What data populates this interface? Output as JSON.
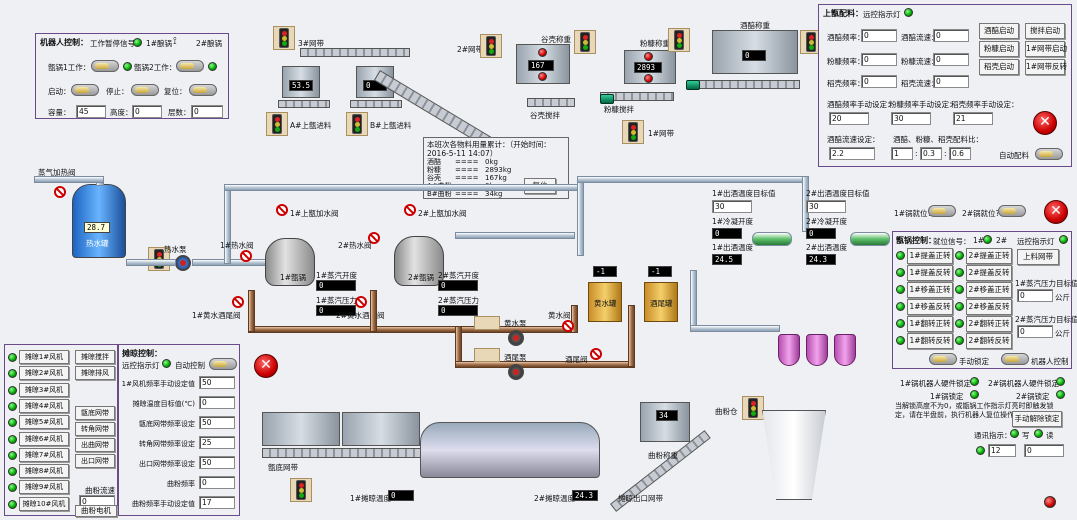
{
  "robot_panel": {
    "title": "机器人控制：",
    "work_pause_signal": "工作暂停信号：",
    "pot1": "1#酿锅",
    "pot2": "2#酿锅",
    "pot1_work": "甑锅1工作：",
    "pot2_work": "甑锅2工作：",
    "start": "启动：",
    "stop": "停止：",
    "reset": "复位：",
    "capacity_label": "容量：",
    "capacity_value": "45",
    "height_label": "高度：",
    "height_value": "0",
    "layers_label": "层数：",
    "layers_value": "0"
  },
  "process": {
    "conveyor3": "3#网带",
    "conveyor2": "2#网带",
    "conveyor1": "1#网带",
    "grain_scale": "谷壳称重",
    "grain_value": "167",
    "bran_scale": "粉糠称重",
    "bran_value": "2893",
    "wine_scale": "酒醅称重",
    "wine_value": "0",
    "bran_mix": "粉糠搅拌",
    "grain_mix": "谷壳搅拌",
    "hopperA_value": "53.5",
    "hopperB_value": "0",
    "hopperA": "A#上甑进料",
    "hopperB": "B#上甑进料",
    "steam_valve": "蒸气加热阀",
    "hot_tank_temp": "28.7",
    "hot_tank": "热水罐",
    "hot_pump": "热水泵",
    "feed_valve1": "1#热水阀",
    "upper_valve1": "1#上甑加水阀",
    "upper_valve2": "2#上甑加水阀",
    "feed_valve2": "2#热水阀",
    "pot1_name": "1#甑锅",
    "pot2_name": "2#甑锅",
    "steam_open1": "1#蒸汽开度",
    "steam_open1_value": "0",
    "steam_press1": "1#蒸汽压力",
    "steam_press1_value": "0",
    "steam_open2": "2#蒸汽开度",
    "steam_open2_value": "0",
    "steam_press2": "2#蒸汽压力",
    "steam_press2_value": "0",
    "tail_valve1": "1#黄水酒尾阀",
    "tail_valve2": "2#黄水酒尾阀",
    "yellow_pump": "黄水泵",
    "tail_pump": "酒尾泵",
    "yellow_valve": "黄水阀",
    "tail_valve": "酒尾阀",
    "yellow_tank": "黄水罐",
    "yellow_tank_value": "-1",
    "tail_tank": "酒尾罐",
    "tail_tank_value": "-1",
    "out_target1": "1#出酒温度目标值",
    "out_target1_value": "30",
    "out_target2": "2#出酒温度目标值",
    "out_target2_value": "30",
    "cool_open1": "1#冷凝开度",
    "cool_open1_value": "0",
    "cool_open2": "2#冷凝开度",
    "cool_open2_value": "0",
    "out_temp1": "1#出酒温度",
    "out_temp1_value": "24.5",
    "out_temp2": "2#出酒温度",
    "out_temp2_value": "24.3"
  },
  "summary": {
    "header": "本班次各物料用量累计：（开始时间：2016-5-11 14:07）",
    "rows": [
      {
        "name": "酒醅",
        "dash": "====",
        "value": "0kg"
      },
      {
        "name": "粉糠",
        "dash": "====",
        "value": "2893kg"
      },
      {
        "name": "谷壳",
        "dash": "====",
        "value": "167kg"
      },
      {
        "name": "A#曲粉",
        "dash": "====",
        "value": "0kg"
      },
      {
        "name": "B#曲粉",
        "dash": "====",
        "value": "34kg"
      }
    ],
    "reset_btn": "复位"
  },
  "upper_panel": {
    "title": "上甑配料：",
    "remote_light": "远控指示灯",
    "wine_freq": "酒醅频率：",
    "wine_freq_value": "0",
    "wine_flow": "酒醅流速：",
    "wine_flow_value": "0",
    "bran_freq": "粉糠频率：",
    "bran_freq_value": "0",
    "bran_flow": "粉糠流速：",
    "bran_flow_value": "0",
    "grain_freq": "稻壳频率：",
    "grain_freq_value": "0",
    "grain_flow": "稻壳流速：",
    "grain_flow_value": "0",
    "btn_wine_start": "酒醅启动",
    "btn_mix_start": "搅拌启动",
    "btn_bran_start": "粉糠启动",
    "btn_belt1_start": "1#网带启动",
    "btn_grain_start": "稻壳启动",
    "btn_belt1_rev": "1#网带反转",
    "wine_manual": "酒醅频率手动设定：",
    "wine_manual_value": "20",
    "bran_manual": "粉糠频率手动设定：",
    "bran_manual_value": "30",
    "grain_manual": "稻壳频率手动设定：",
    "grain_manual_value": "21",
    "wine_flow_set": "酒醅流速设定：",
    "wine_flow_set_value": "2.2",
    "ratio": "酒醅、粉糠、稻壳配料比：",
    "ratio1": "1",
    "ratio2": "0.3",
    "ratio3": "0.6",
    "auto_mix": "自动配料"
  },
  "pot_ready": {
    "p1": "1#锅就位?",
    "p2": "2#锅就位?"
  },
  "pot_panel": {
    "title": "甑锅控制：",
    "in_place": "就位信号：",
    "s1": "1#",
    "s2": "2#",
    "remote": "远控指示灯",
    "btns_left": [
      "1#提盖正转",
      "1#提盖反转",
      "1#移盖正转",
      "1#移盖反转",
      "1#翻转正转",
      "1#翻转反转"
    ],
    "btns_right": [
      "2#提盖正转",
      "2#提盖反转",
      "2#移盖正转",
      "2#移盖反转",
      "2#翻转正转",
      "2#翻转反转"
    ],
    "belt_up": "上料网带",
    "steam1_target": "1#蒸汽压力目标值",
    "steam1_target_value": "0",
    "steam2_target": "2#蒸汽压力目标值",
    "steam2_target_value": "0",
    "unit1": "公斤",
    "unit2": "公斤",
    "manual_lock": "手动锁定",
    "robot_ctrl": "机器人控制",
    "robot_hard1": "1#锅机器人硬件锁定",
    "robot_hard2": "2#锅机器人硬件锁定",
    "lock1": "1#锅锁定",
    "lock2": "2#锅锁定",
    "note": "当解锁高度不为0，或甑锅工作指示灯亮时即触发锁定，请在半盘前，执行机器人复位操作",
    "manual_unlock": "手动解除锁定",
    "comm": "通讯指示：",
    "wr": "写",
    "rd": "读",
    "comm_v1": "12",
    "comm_v2": "0"
  },
  "fan_panel": {
    "fans": [
      "摊晾1#风机",
      "摊晾2#风机",
      "摊晾3#风机",
      "摊晾4#风机",
      "摊晾5#风机",
      "摊晾6#风机",
      "摊晾7#风机",
      "摊晾8#风机",
      "摊晾9#风机",
      "摊晾10#风机"
    ],
    "mid_btns": [
      "摊晾搅拌",
      "摊晾排风",
      "甑底网带",
      "转角网带",
      "出曲网带",
      "出口网带"
    ],
    "bran_flow": "曲粉流速",
    "bran_flow_value": "0",
    "bran_motor": "曲粉电机"
  },
  "cool_panel": {
    "title": "摊晾控制：",
    "remote": "远控指示灯",
    "auto": "自动控制",
    "rows": [
      {
        "label": "1#风机频率手动设定值",
        "value": "50"
      },
      {
        "label": "摊晾温度目标值(℃)",
        "value": "0"
      },
      {
        "label": "甑底网带频率设定",
        "value": "50"
      },
      {
        "label": "转角网带频率设定",
        "value": "25"
      },
      {
        "label": "出口网带频率设定",
        "value": "50"
      },
      {
        "label": "曲粉频率",
        "value": "0"
      },
      {
        "label": "曲粉频率手动设定值",
        "value": "17"
      }
    ]
  },
  "bottom": {
    "bottom_belt": "甑底网带",
    "cool1_temp": "1#摊晾温度",
    "cool1_value": "0",
    "cool2_temp": "2#摊晾温度",
    "cool2_value": "24.3",
    "out_belt": "摊晾出口网带",
    "qu_scale": "曲粉称重",
    "qu_value": "34",
    "qu_bin": "曲粉仓"
  }
}
